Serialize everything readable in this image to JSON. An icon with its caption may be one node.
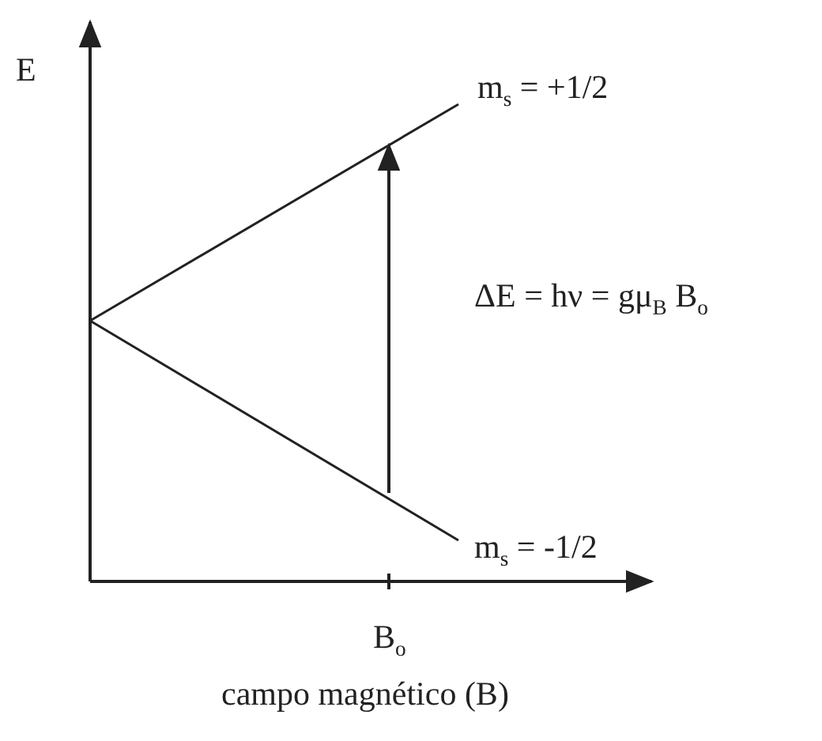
{
  "diagram": {
    "labels": [
      "E",
      "m$_{s}$ = +1/2",
      "ΔE = hν = gμ$_{B}$ B$_{o}$",
      "m$_{s}$ = -1/2",
      "B$_{o}$",
      "campo magnético (B)"
    ]
  }
}
